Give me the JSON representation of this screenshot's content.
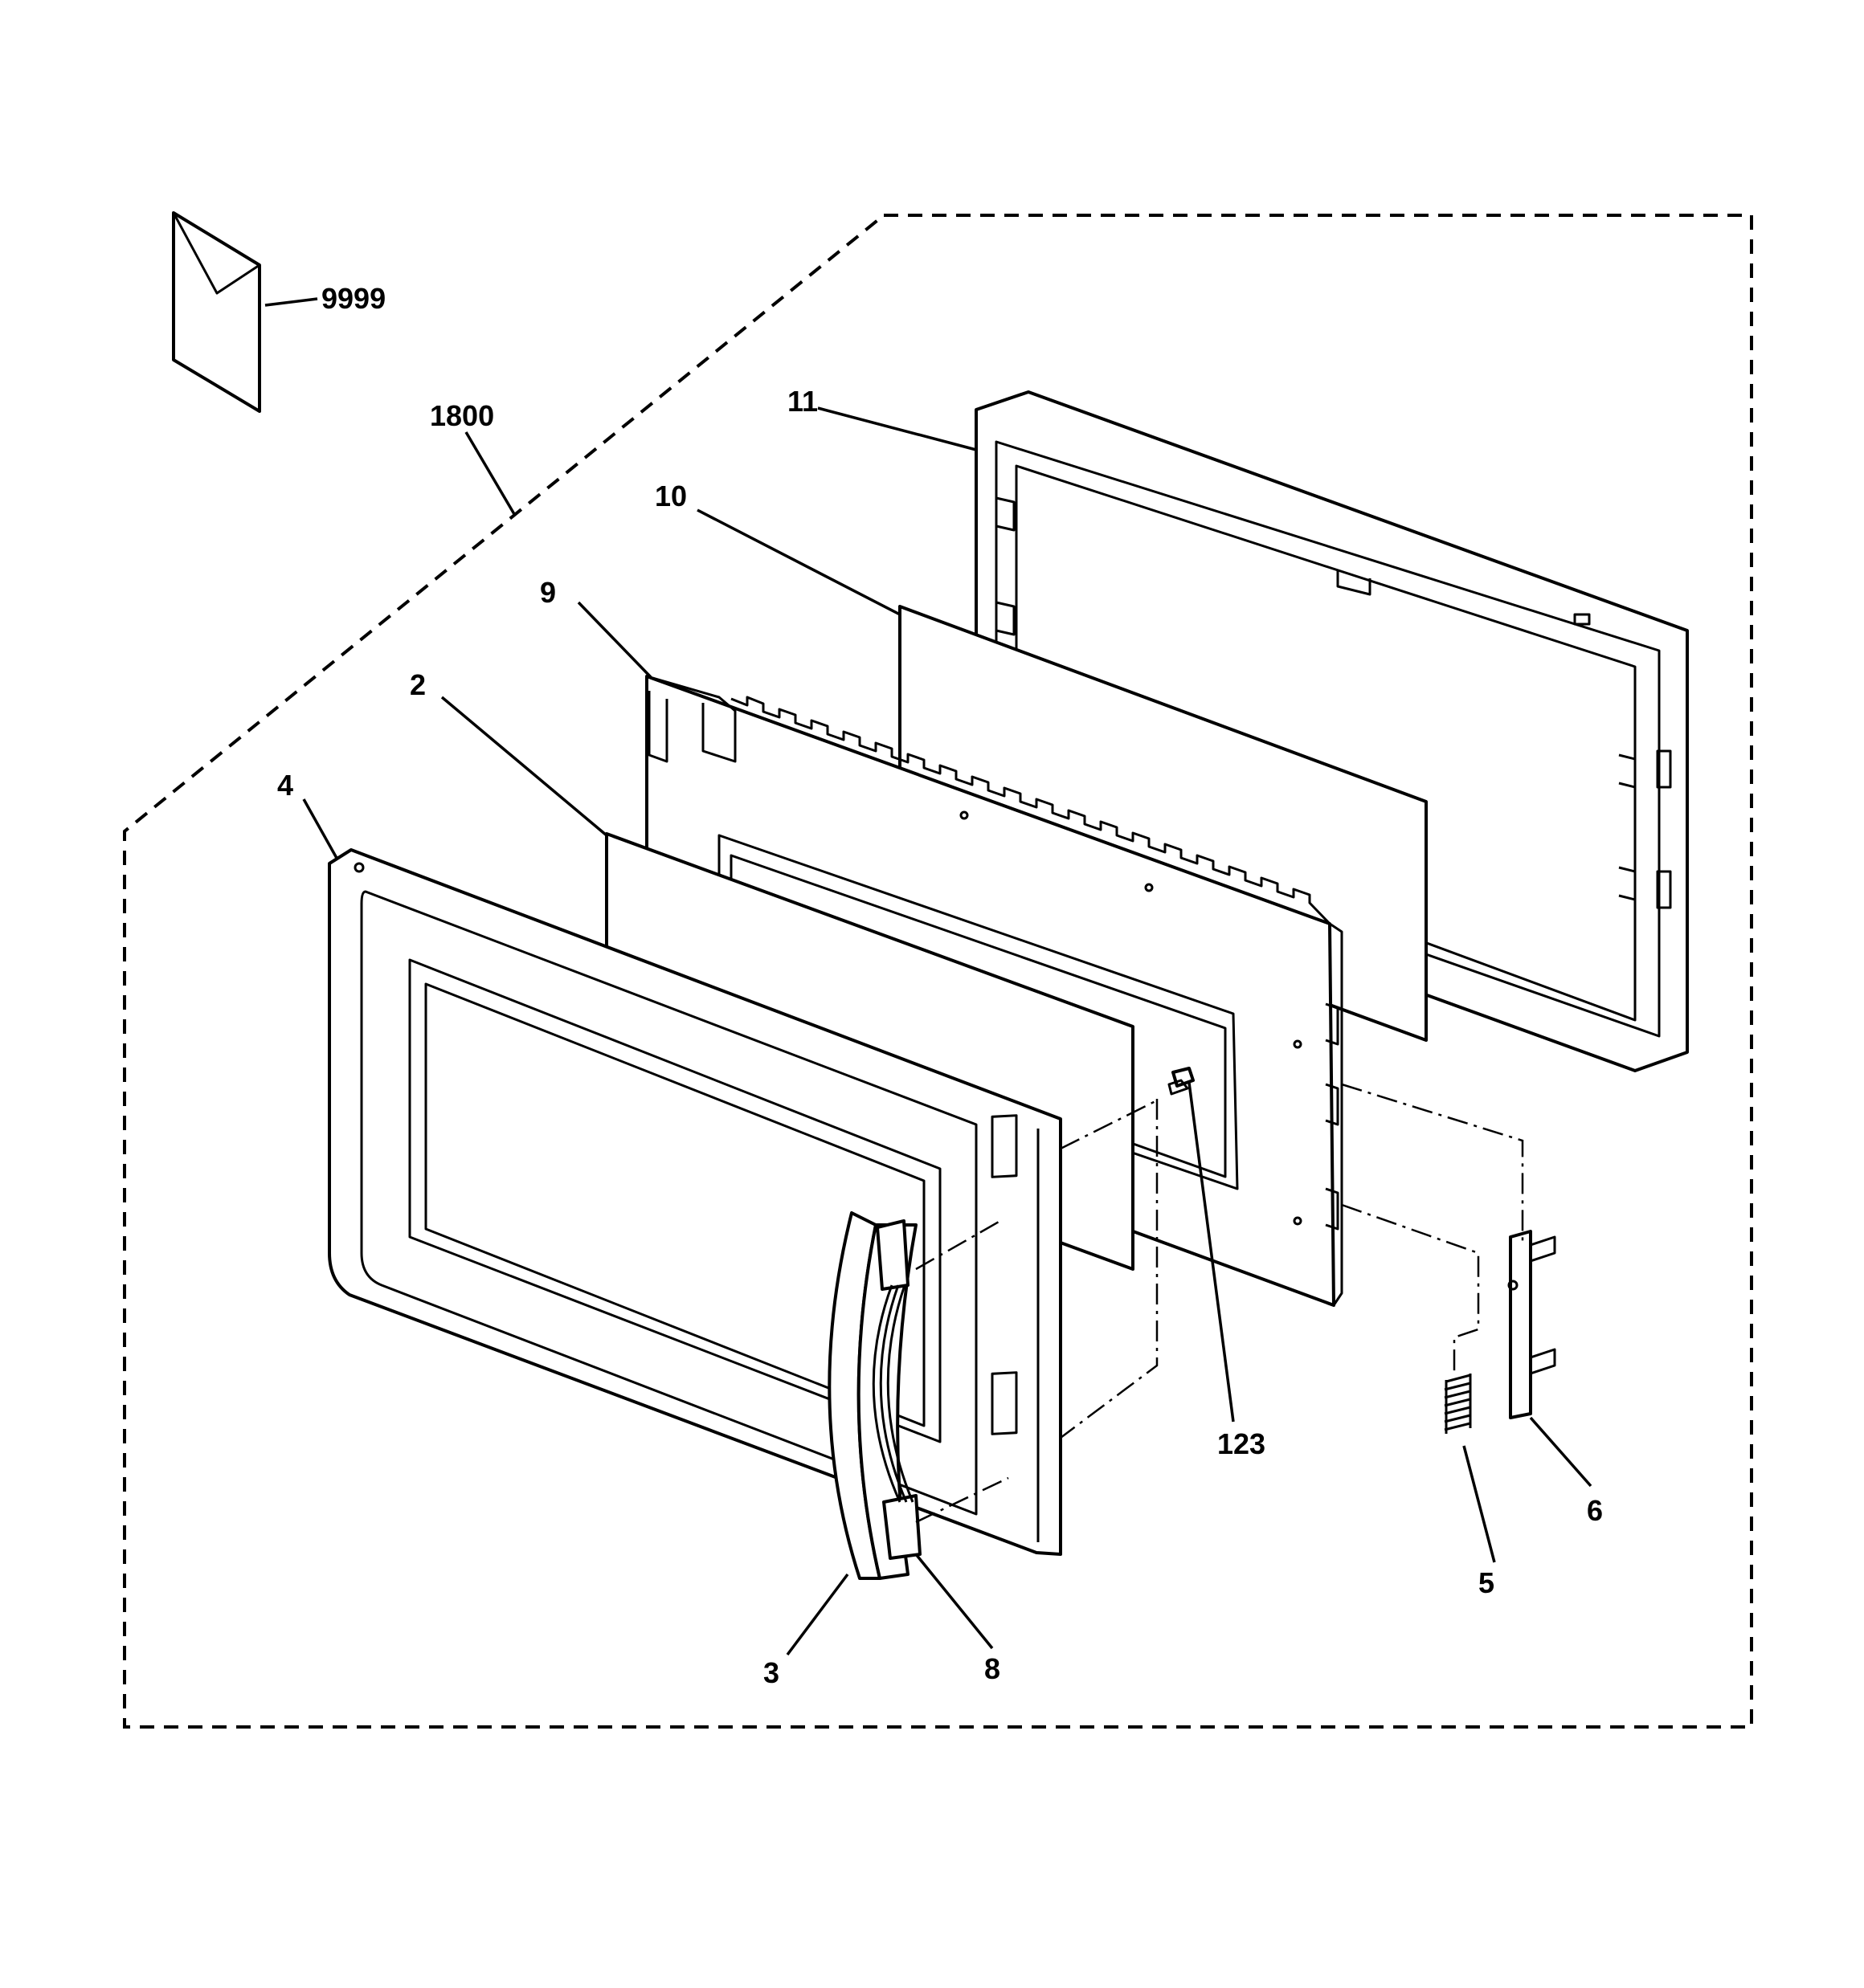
{
  "callouts": {
    "envelope": "9999",
    "kit": "1800",
    "outer_choke_frame": "11",
    "inner_screen_panel": "10",
    "hinge_bracket": "9",
    "glass_panel": "2",
    "door_frame": "4",
    "screw": "123",
    "handle": "3",
    "handle_bracket": "8",
    "spring": "5",
    "latch": "6"
  },
  "colors": {
    "line": "#000000",
    "background": "#ffffff"
  }
}
